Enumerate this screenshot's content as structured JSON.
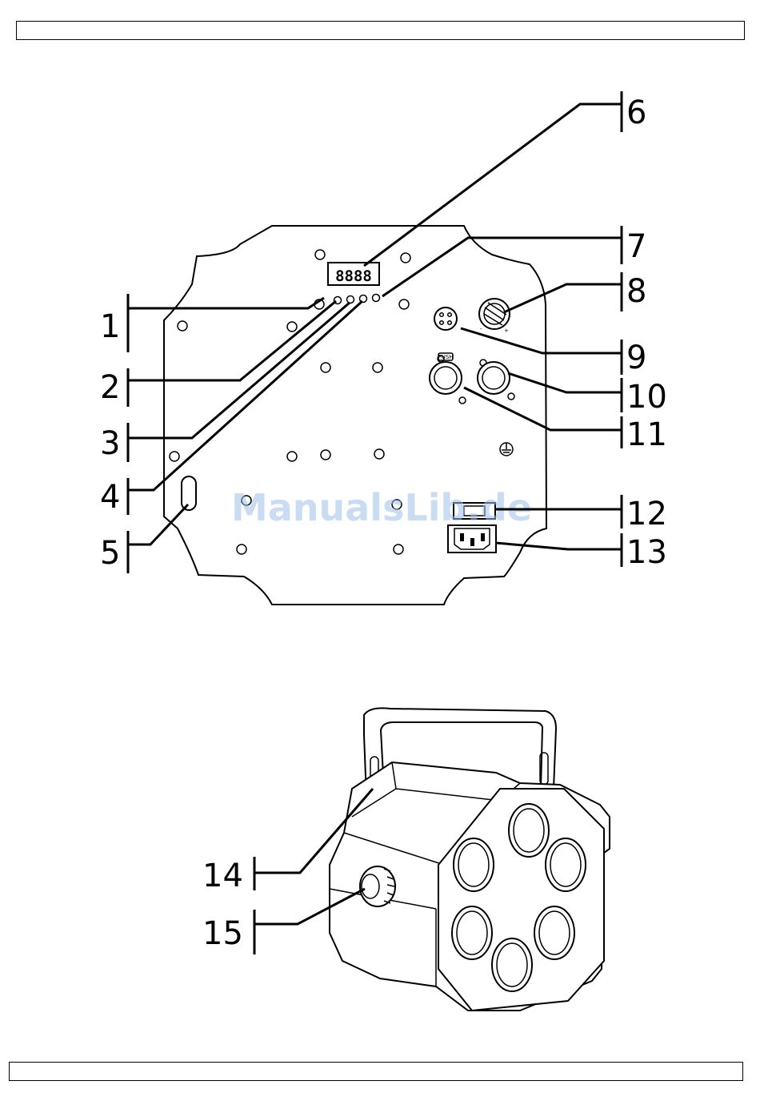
{
  "header": "",
  "footer": "",
  "display_digits": "8888",
  "push_label": "PUSH",
  "minus_label": "-",
  "plus_label": "+",
  "watermark": "ManualsLib.de",
  "callouts": {
    "c1": "1",
    "c2": "2",
    "c3": "3",
    "c4": "4",
    "c5": "5",
    "c6": "6",
    "c7": "7",
    "c8": "8",
    "c9": "9",
    "c10": "10",
    "c11": "11",
    "c12": "12",
    "c13": "13",
    "c14": "14",
    "c15": "15"
  }
}
